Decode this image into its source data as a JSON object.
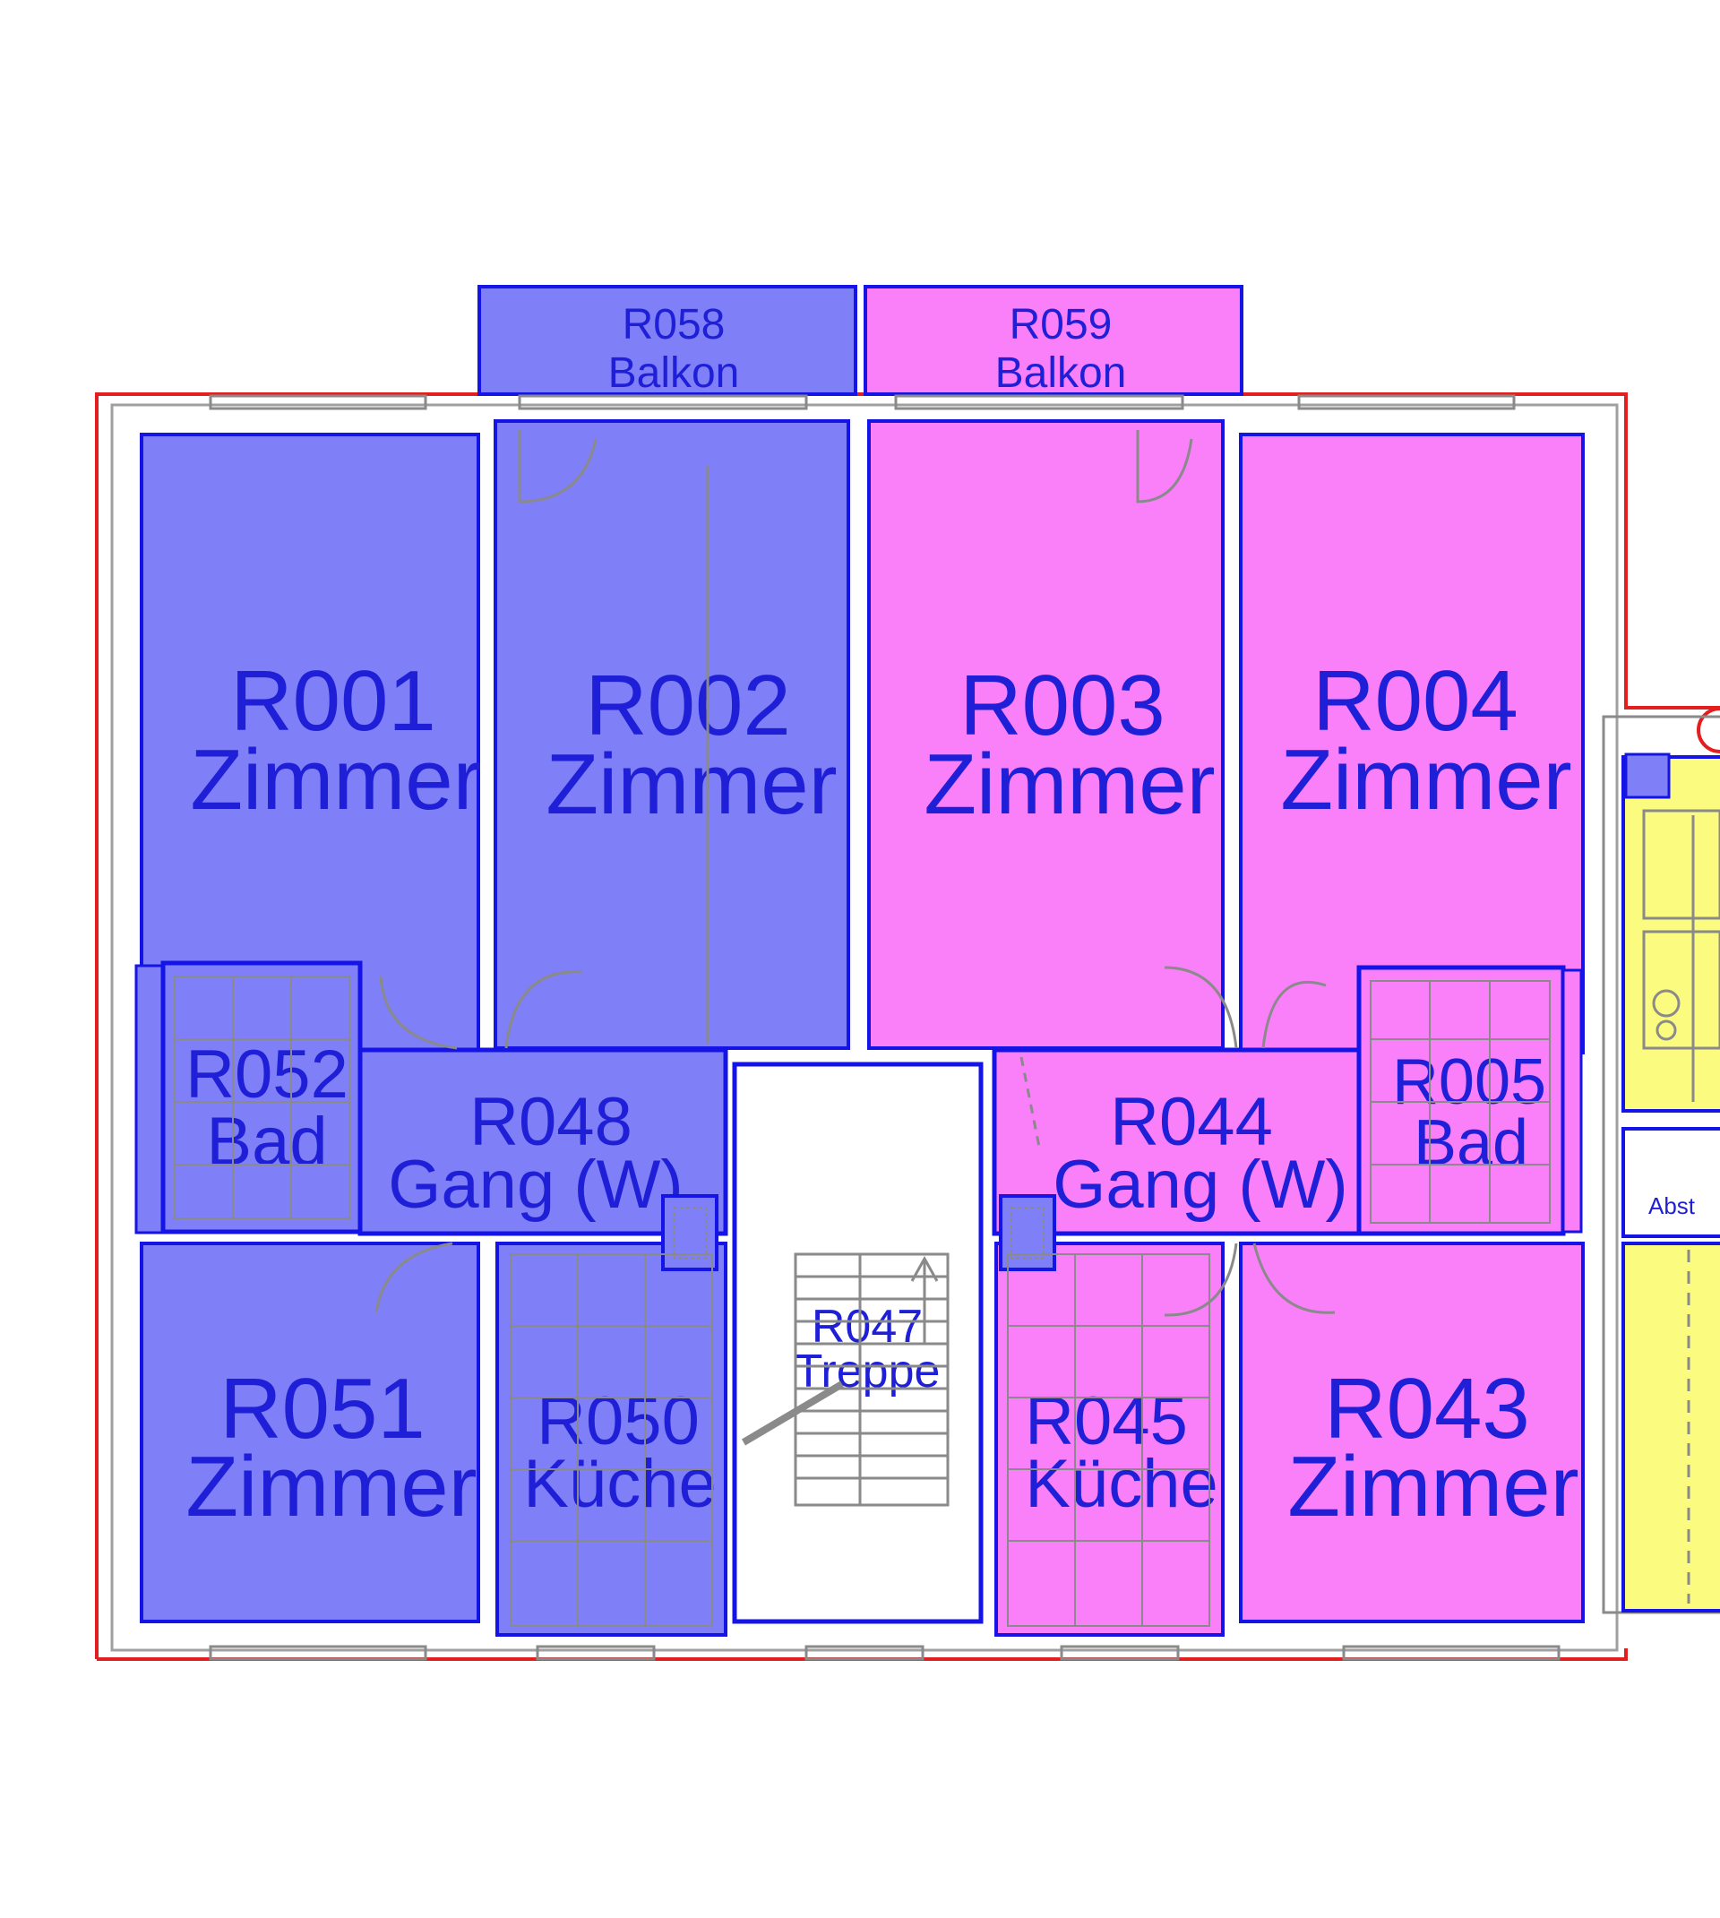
{
  "colors": {
    "apartment_west": "#7f7ff7",
    "apartment_east": "#fa80f9",
    "neighbor_unit": "#fbfb80",
    "stair": "#ffffff",
    "room_outline": "#1414e6",
    "label_text": "#1f1fd8",
    "building_outline": "#e21e1e",
    "wall_gray": "#8a8a8a"
  },
  "rooms": {
    "r058": {
      "id": "R058",
      "type": "Balkon"
    },
    "r059": {
      "id": "R059",
      "type": "Balkon"
    },
    "r001": {
      "id": "R001",
      "type": "Zimmer"
    },
    "r002": {
      "id": "R002",
      "type": "Zimmer"
    },
    "r003": {
      "id": "R003",
      "type": "Zimmer"
    },
    "r004": {
      "id": "R004",
      "type": "Zimmer"
    },
    "r052": {
      "id": "R052",
      "type": "Bad"
    },
    "r048": {
      "id": "R048",
      "type": "Gang (W)"
    },
    "r044": {
      "id": "R044",
      "type": "Gang (W)"
    },
    "r005": {
      "id": "R005",
      "type": "Bad"
    },
    "r051": {
      "id": "R051",
      "type": "Zimmer"
    },
    "r050": {
      "id": "R050",
      "type": "Küche"
    },
    "r047": {
      "id": "R047",
      "type": "Treppe"
    },
    "r045": {
      "id": "R045",
      "type": "Küche"
    },
    "r043": {
      "id": "R043",
      "type": "Zimmer"
    }
  },
  "neighbor": {
    "label": "Abst"
  }
}
